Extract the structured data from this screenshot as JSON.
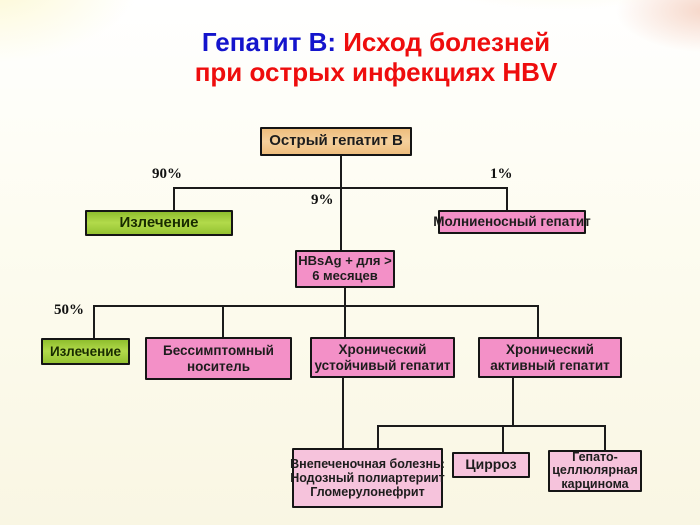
{
  "title": {
    "blue_segment": "Гепатит В:",
    "red_segment": " Исход болезней",
    "line2": "при острых инфекциях HBV"
  },
  "colors": {
    "title_blue": "#1414cc",
    "title_red": "#ee0d0d",
    "node_tan": "#efc183",
    "node_green": "#a2ce3c",
    "node_pink": "#f390c7",
    "node_pink_light": "#f6c3dc",
    "connector": "#1b1b1b",
    "background": "#fbf8ea"
  },
  "diagram": {
    "type": "flowchart",
    "nodes": [
      {
        "id": "acute-hepatitis-b",
        "fill": "tan",
        "lines": [
          "Острый гепатит В"
        ]
      },
      {
        "id": "cure-top",
        "fill": "green",
        "lines": [
          "Излечение"
        ]
      },
      {
        "id": "fulminant",
        "fill": "pink",
        "lines": [
          "Молниеносный гепатит"
        ]
      },
      {
        "id": "hbsag-6-months",
        "fill": "pink",
        "lines": [
          "HBsAg + для >",
          "6 месяцев"
        ]
      },
      {
        "id": "cure-mid",
        "fill": "green",
        "lines": [
          "Излечение"
        ]
      },
      {
        "id": "asymptomatic-carrier",
        "fill": "pink",
        "lines": [
          "Бессимптомный",
          "носитель"
        ]
      },
      {
        "id": "chronic-persistent",
        "fill": "pink",
        "lines": [
          "Хронический",
          "устойчивый гепатит"
        ]
      },
      {
        "id": "chronic-active",
        "fill": "pink",
        "lines": [
          "Хронический",
          "активный гепатит"
        ]
      },
      {
        "id": "extrahepatic-disease",
        "fill": "pinklight",
        "lines": [
          "Внепеченочная болезнь:",
          "Нодозный полиартериит",
          "Гломерулонефрит"
        ]
      },
      {
        "id": "cirrhosis",
        "fill": "pinklight",
        "lines": [
          "Цирроз"
        ]
      },
      {
        "id": "hepatocellular-carcinoma",
        "fill": "pinklight",
        "lines": [
          "Гепато-",
          "целлюлярная",
          "карцинома"
        ]
      }
    ],
    "edge_labels": {
      "to_cure_top": "90%",
      "to_hbsag": "9%",
      "to_fulminant": "1%",
      "to_cure_mid": "50%"
    }
  }
}
